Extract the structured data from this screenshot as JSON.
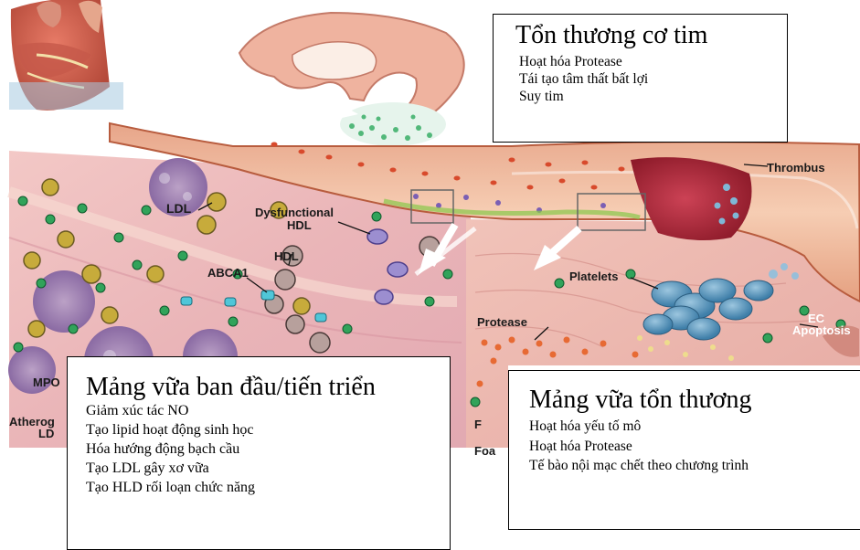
{
  "illustration_labels": {
    "thrombus": "Thrombus",
    "ldl": "LDL",
    "dysfunctional_hdl_line1": "Dysfunctional",
    "dysfunctional_hdl_line2": "HDL",
    "hdl": "HDL",
    "abca1": "ABCA1",
    "platelets": "Platelets",
    "protease": "Protease",
    "ec_line1": "EC",
    "ec_line2": "Apoptosis",
    "mpo_partial": "MPO",
    "atherogenic_partial": "Atherog",
    "ldl_partial": "LD",
    "f_partial": "F",
    "foam_partial": "Foa"
  },
  "boxes": {
    "myocardial": {
      "title": "Tổn thương cơ tim",
      "items": [
        "Hoạt hóa Protease",
        "Tái tạo tâm thất bất lợi",
        "Suy tim"
      ]
    },
    "early_plaque": {
      "title": "Mảng vữa ban đầu/tiến triển",
      "items": [
        "Giảm xúc tác NO",
        "Tạo lipid hoạt động sinh học",
        "Hóa hướng động bạch cầu",
        "Tạo LDL gây xơ vữa",
        "Tạo HLD rối loạn chức năng"
      ]
    },
    "vulnerable_plaque": {
      "title": "Mảng vữa tổn thương",
      "items": [
        "Hoạt hóa yếu tố mô",
        "Hoạt hóa Protease",
        "Tế bào nội mạc chết theo chương trình"
      ]
    }
  }
}
